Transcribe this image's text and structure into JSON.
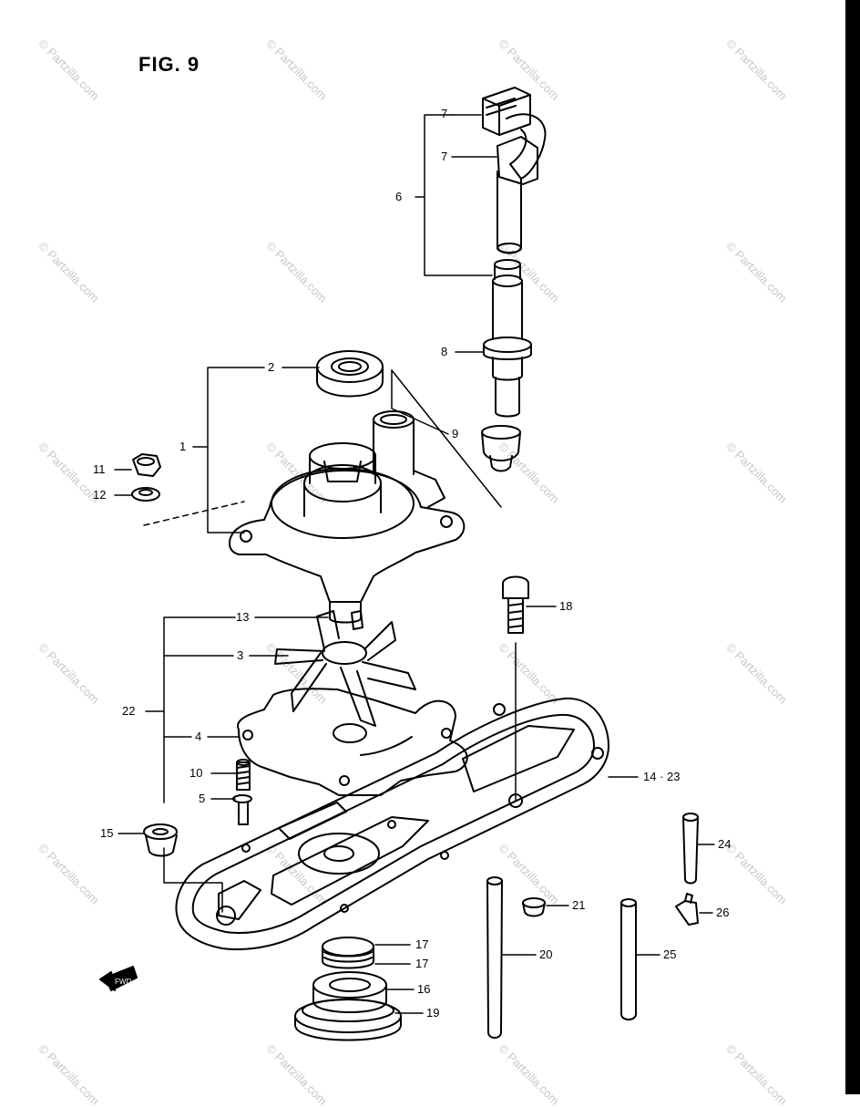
{
  "title": "FIG. 9",
  "watermark": "© Partzilla.com",
  "callouts": [
    {
      "id": "c7a",
      "text": "7"
    },
    {
      "id": "c7b",
      "text": "7"
    },
    {
      "id": "c6",
      "text": "6"
    },
    {
      "id": "c8",
      "text": "8"
    },
    {
      "id": "c2",
      "text": "2"
    },
    {
      "id": "c9",
      "text": "9"
    },
    {
      "id": "c1",
      "text": "1"
    },
    {
      "id": "c11",
      "text": "11"
    },
    {
      "id": "c12",
      "text": "12"
    },
    {
      "id": "c13",
      "text": "13"
    },
    {
      "id": "c3",
      "text": "3"
    },
    {
      "id": "c18",
      "text": "18"
    },
    {
      "id": "c22",
      "text": "22"
    },
    {
      "id": "c4",
      "text": "4"
    },
    {
      "id": "c10",
      "text": "10"
    },
    {
      "id": "c5",
      "text": "5"
    },
    {
      "id": "c1423",
      "text": "14 · 23"
    },
    {
      "id": "c15",
      "text": "15"
    },
    {
      "id": "c24",
      "text": "24"
    },
    {
      "id": "c21",
      "text": "21"
    },
    {
      "id": "c26",
      "text": "26"
    },
    {
      "id": "c20",
      "text": "20"
    },
    {
      "id": "c25",
      "text": "25"
    },
    {
      "id": "c17a",
      "text": "17"
    },
    {
      "id": "c17b",
      "text": "17"
    },
    {
      "id": "c16",
      "text": "16"
    },
    {
      "id": "c19",
      "text": "19"
    }
  ],
  "fwd_label": "FWD"
}
